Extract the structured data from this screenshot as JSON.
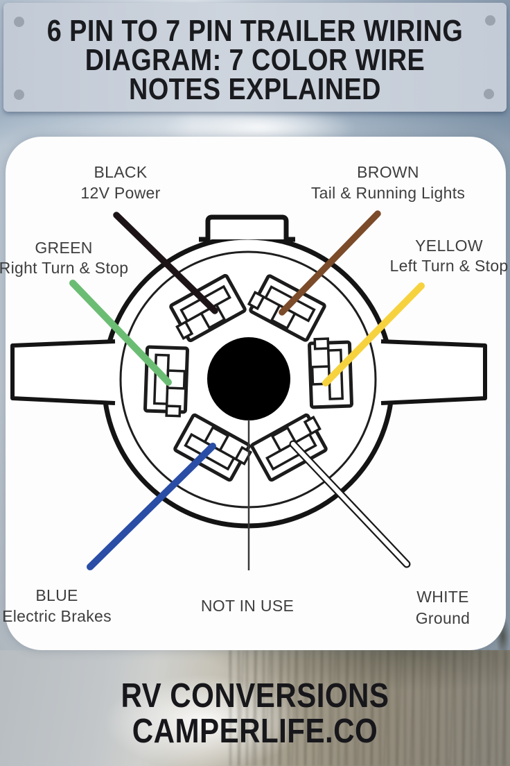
{
  "header": {
    "title_line1": "6 PIN TO 7 PIN TRAILER WIRING",
    "title_line2": "DIAGRAM: 7 COLOR WIRE",
    "title_line3": "NOTES EXPLAINED",
    "bg_color": "#c8cfd9",
    "text_color": "#1a1b1f",
    "rivet_color": "#9ba3ae"
  },
  "diagram": {
    "outline_color": "#161616",
    "center_pin_label": "NOT IN USE",
    "pins": [
      {
        "name": "BLACK",
        "function": "12V Power",
        "wire_hex": "#1d1418"
      },
      {
        "name": "BROWN",
        "function": "Tail & Running Lights",
        "wire_hex": "#7b4b2a"
      },
      {
        "name": "GREEN",
        "function": "Right Turn & Stop",
        "wire_hex": "#6cbd74"
      },
      {
        "name": "YELLOW",
        "function": "Left Turn & Stop",
        "wire_hex": "#f6d23e"
      },
      {
        "name": "BLUE",
        "function": "Electric Brakes",
        "wire_hex": "#2a4da6"
      },
      {
        "name": "WHITE",
        "function": "Ground",
        "wire_hex": "#ffffff"
      }
    ]
  },
  "footer": {
    "line1": "RV CONVERSIONS",
    "line2": "CAMPERLIFE.CO",
    "text_color": "#17171b"
  }
}
